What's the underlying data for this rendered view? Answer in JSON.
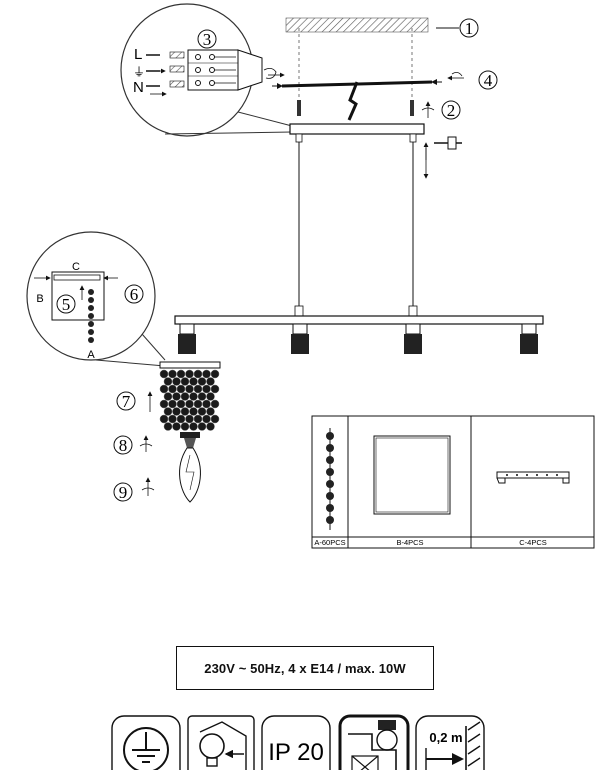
{
  "callouts": {
    "c1": "1",
    "c2": "2",
    "c3": "3",
    "c4": "4",
    "c5": "5",
    "c6": "6",
    "c7": "7",
    "c8": "8",
    "c9": "9"
  },
  "wiring": {
    "live": "L",
    "earth": "⏚",
    "neutral": "N"
  },
  "detail_letters": {
    "a": "A",
    "b": "B",
    "c": "C"
  },
  "parts_table": {
    "a_label": "A-60PCS",
    "b_label": "B-4PCS",
    "c_label": "C-4PCS"
  },
  "spec_text": "230V ~ 50Hz, 4 x E14 / max. 10W",
  "symbols": {
    "ip_rating": "IP 20",
    "distance": "0,2 m",
    "icons": [
      "protective-earth-icon",
      "bulb-replacement-icon",
      "ip20-icon",
      "no-cover-icon",
      "min-distance-icon"
    ]
  }
}
